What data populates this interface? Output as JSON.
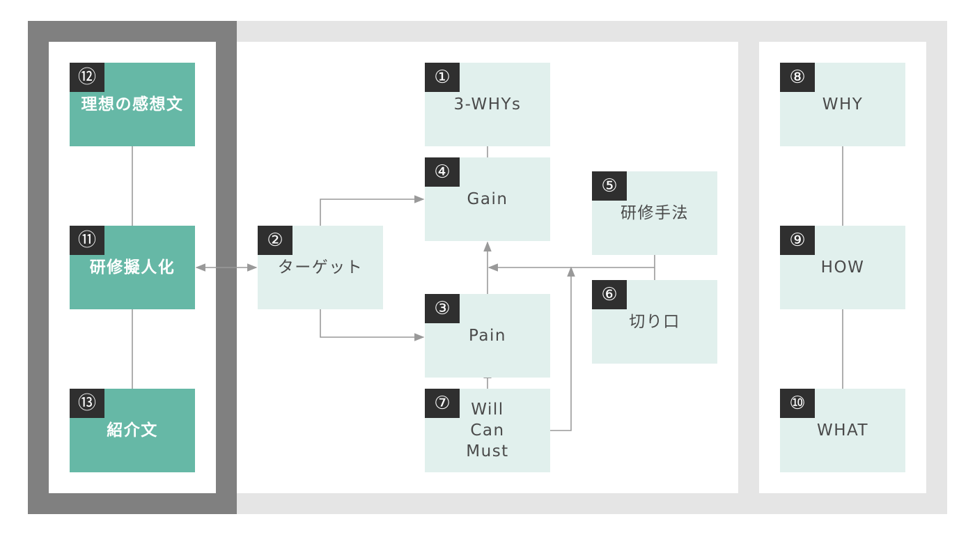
{
  "colors": {
    "frame_dark": "#808080",
    "frame_light": "#e5e5e5",
    "box_green": "#66b8a6",
    "box_light": "#e1f0ed",
    "badge": "#2f2f2f",
    "arrow": "#999999"
  },
  "nodes": {
    "n1": {
      "num": "①",
      "label": "3-WHYs"
    },
    "n2": {
      "num": "②",
      "label": "ターゲット"
    },
    "n3": {
      "num": "③",
      "label": "Pain"
    },
    "n4": {
      "num": "④",
      "label": "Gain"
    },
    "n5": {
      "num": "⑤",
      "label": "研修手法"
    },
    "n6": {
      "num": "⑥",
      "label": "切り口"
    },
    "n7": {
      "num": "⑦",
      "lines": [
        "Will",
        "Can",
        "Must"
      ]
    },
    "n8": {
      "num": "⑧",
      "label": "WHY"
    },
    "n9": {
      "num": "⑨",
      "label": "HOW"
    },
    "n10": {
      "num": "⑩",
      "label": "WHAT"
    },
    "n11": {
      "num": "⑪",
      "label": "研修擬人化"
    },
    "n12": {
      "num": "⑫",
      "label": "理想の感想文"
    },
    "n13": {
      "num": "⑬",
      "label": "紹介文"
    }
  }
}
